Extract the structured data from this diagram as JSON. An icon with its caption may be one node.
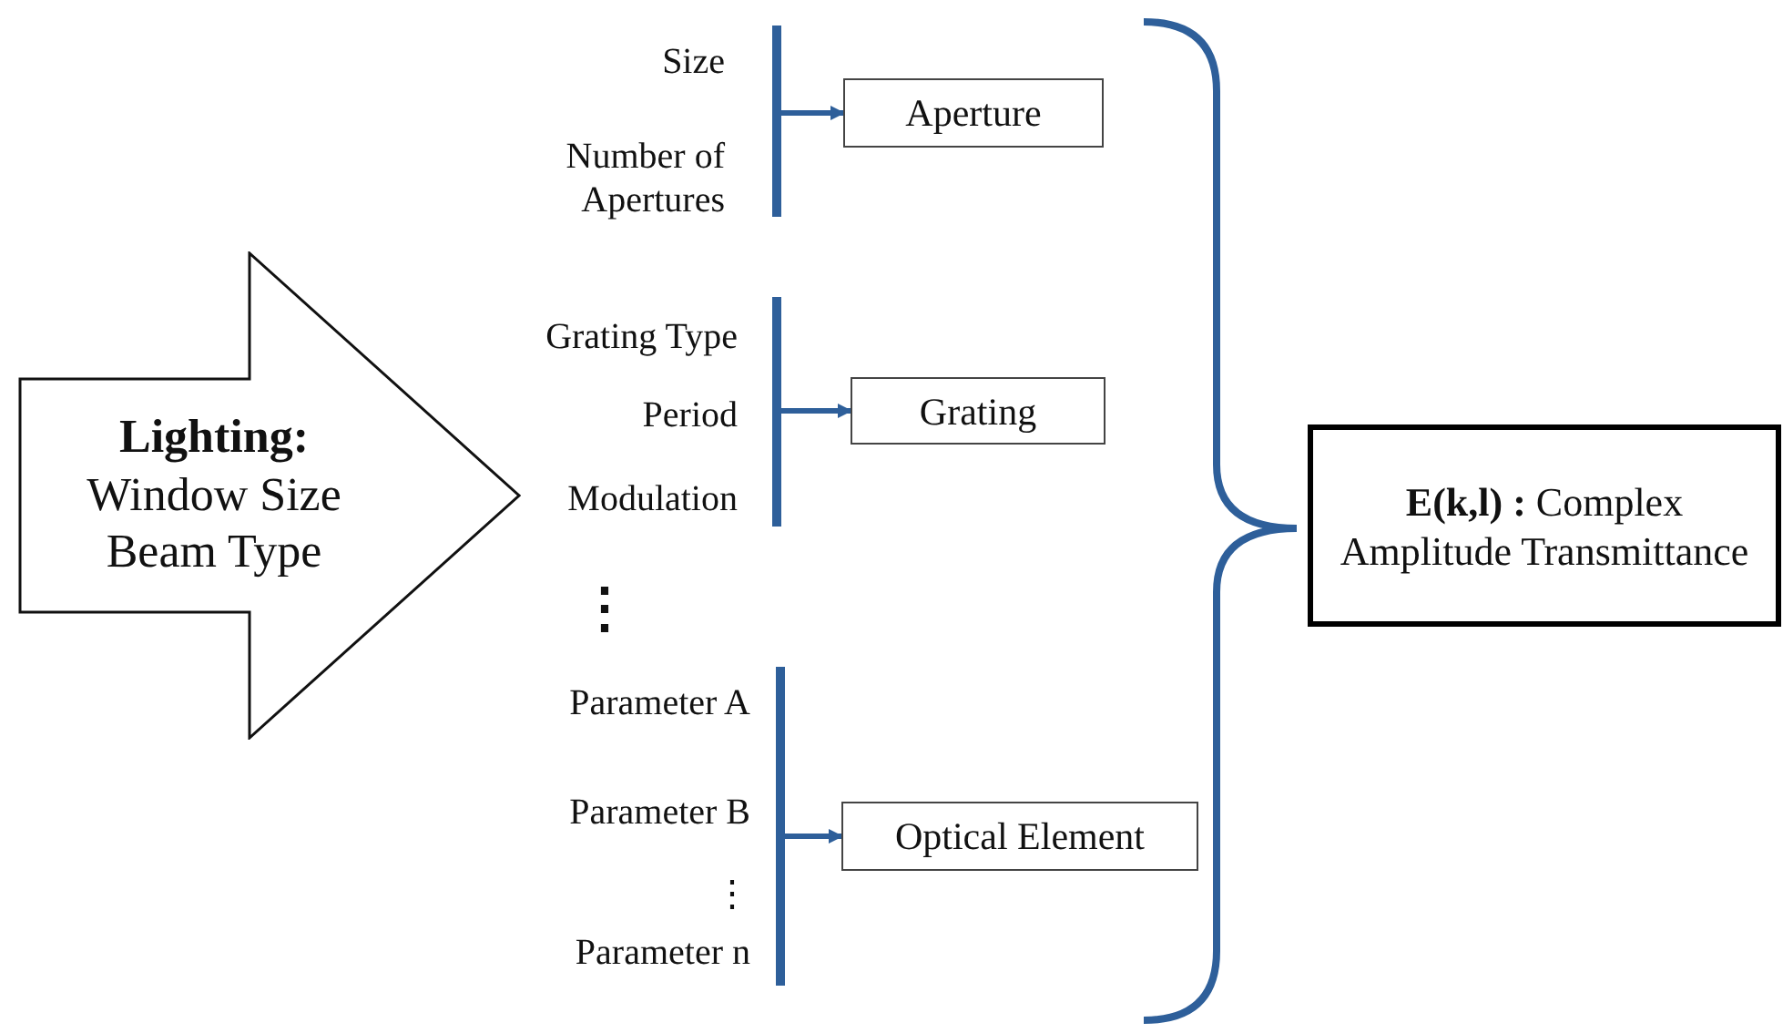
{
  "diagram": {
    "nodes": [
      {
        "text": [
          "Lighting:",
          "Window Size Beam Type"
        ]
      },
      {
        "text": [],
        "shape": "bar",
        "beside": [
          "Size",
          "Number of Apertures"
        ]
      },
      {
        "text": [
          "Aperture"
        ]
      },
      {
        "text": [],
        "shape": "bar",
        "beside": [
          "Grating Type",
          "Period",
          "Modulation"
        ]
      },
      {
        "text": [
          "Grating"
        ]
      },
      {
        "text": [],
        "shape": "bar",
        "beside": [
          "Parameter A",
          "Parameter B",
          "⋮",
          "Parameter n"
        ]
      },
      {
        "text": [
          "Optical Element"
        ]
      },
      {
        "text": [
          "**E(k,l) :** Complex Amplitude Transmittance"
        ]
      }
    ],
    "edges": [
      {
        "from": 1,
        "to": 2,
        "arrow": "to"
      },
      {
        "from": 3,
        "to": 4,
        "arrow": "to"
      },
      {
        "from": 5,
        "to": 6,
        "arrow": "to"
      }
    ],
    "labels": [
      "⋮"
    ]
  }
}
